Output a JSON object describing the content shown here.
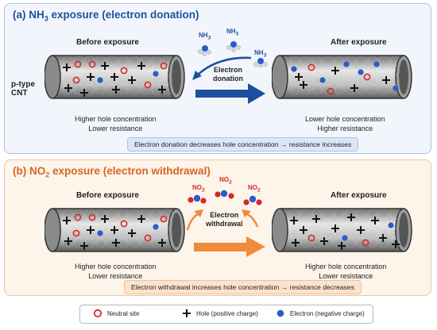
{
  "panel_a": {
    "title_prefix": "(a)  NH",
    "title_sub": "3",
    "title_suffix": " exposure (electron donation)",
    "before_label": "Before exposure",
    "after_label": "After exposure",
    "ptype_line1": "p-type",
    "ptype_line2": "CNT",
    "process_line1": "Electron",
    "process_line2": "donation",
    "molecule_main": "NH",
    "molecule_sub": "3",
    "before_line1": "Higher hole concentration",
    "before_line2": "Lower resistance",
    "after_line1": "Lower hole concentration",
    "after_line2": "Higher resistance",
    "summary": "Electron donation decreases hole concentration → resistance increases"
  },
  "panel_b": {
    "title_prefix": "(b)  NO",
    "title_sub": "2",
    "title_suffix": " exposure (electron withdrawal)",
    "before_label": "Before exposure",
    "after_label": "After exposure",
    "process_line1": "Electron",
    "process_line2": "withdrawal",
    "molecule_main": "NO",
    "molecule_sub": "2",
    "before_line1": "Higher hole concentration",
    "before_line2": "Lower resistance",
    "after_line1": "Higher hole concentration",
    "after_line2": "Lower resistance",
    "summary": "Electron withdrawal increases hole concentration → resistance decreases"
  },
  "legend": {
    "neutral": "Neutral site",
    "hole": "Hole (positive charge)",
    "electron": "Electron (negative charge)"
  },
  "colors": {
    "blue_accent": "#1d4f9e",
    "orange_accent": "#d9651f",
    "neutral_ring": "#d42a2a",
    "electron": "#2a5cc8"
  },
  "icons": [
    "plus-hole-icon",
    "neutral-ring-icon",
    "electron-dot-icon",
    "arrow-icon"
  ]
}
